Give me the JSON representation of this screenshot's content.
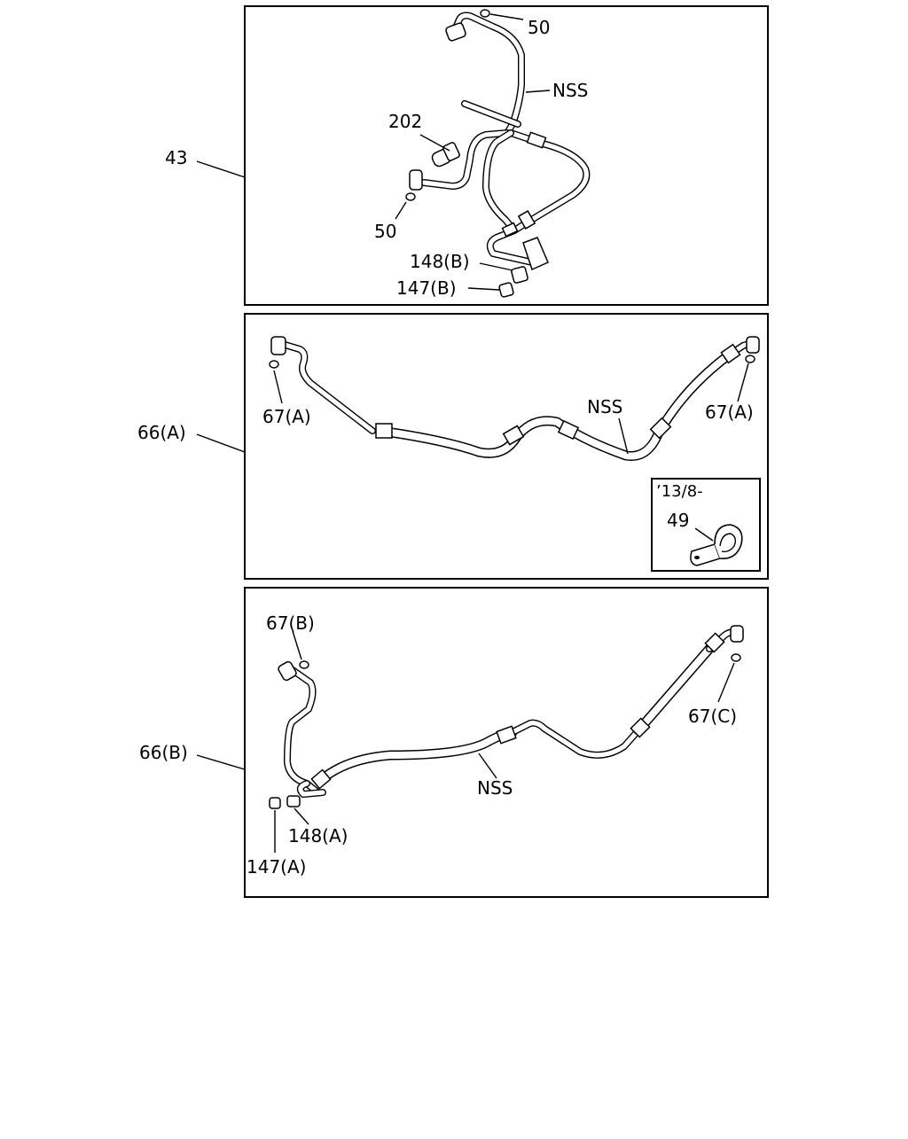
{
  "callouts": {
    "assembly_43": "43",
    "assembly_66a": "66(A)",
    "assembly_66b": "66(B)",
    "p50_top": "50",
    "p50_bottom": "50",
    "nss_1": "NSS",
    "p202": "202",
    "p148b": "148(B)",
    "p147b": "147(B)",
    "p67a_left": "67(A)",
    "p67a_right": "67(A)",
    "nss_2": "NSS",
    "p67b": "67(B)",
    "p67c": "67(C)",
    "nss_3": "NSS",
    "p148a": "148(A)",
    "p147a": "147(A)"
  },
  "inset": {
    "date_label": "’13/8-",
    "part_49": "49"
  }
}
